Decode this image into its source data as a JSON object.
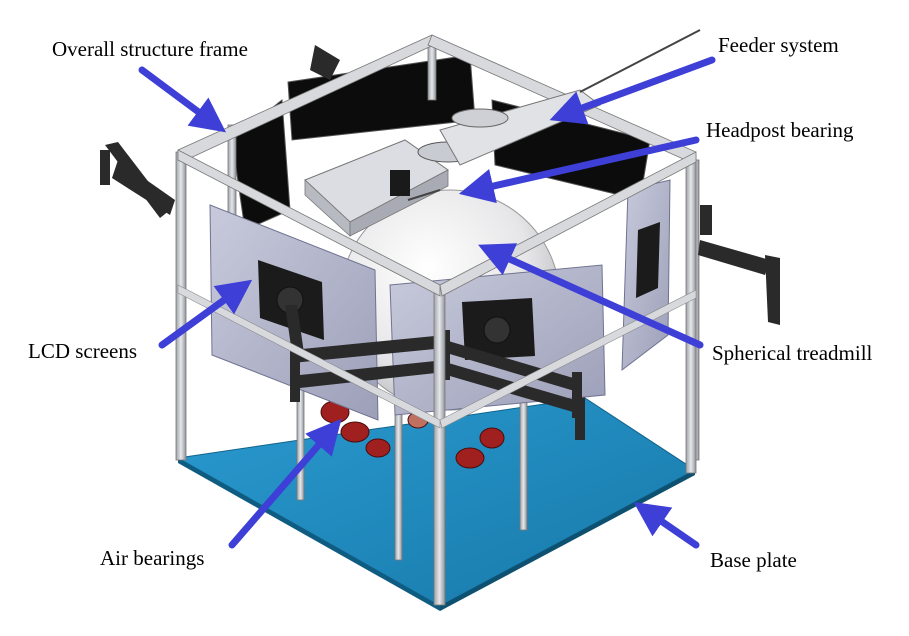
{
  "labels": {
    "overall_structure_frame": "Overall structure frame",
    "feeder_system": "Feeder system",
    "headpost_bearing": "Headpost bearing",
    "lcd_screens": "LCD screens",
    "spherical_treadmill": "Spherical treadmill",
    "air_bearings": "Air bearings",
    "base_plate": "Base plate"
  },
  "colors": {
    "arrow": "#3d3fd6",
    "base_plate": "#1f8fc4",
    "frame": "#c9ccd1",
    "screen_panel": "#b9bbd2",
    "screen_back": "#0c0c0c",
    "sphere": "#eeeeef",
    "arm": "#2a2a2a",
    "air_bearing": "#a02020"
  }
}
